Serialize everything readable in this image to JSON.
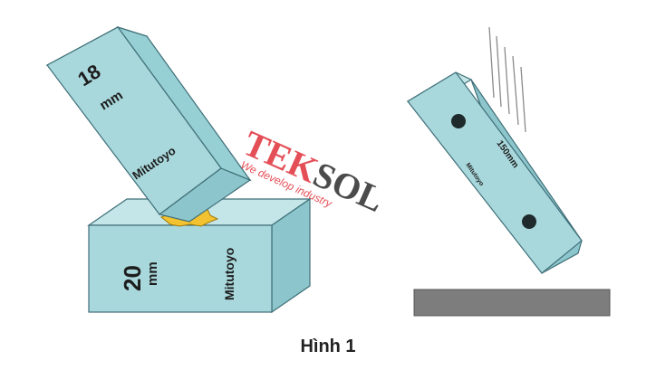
{
  "caption": "Hình 1",
  "left_block_top": {
    "size": "18",
    "unit": "mm",
    "brand": "Mitutoyo"
  },
  "left_block_bottom": {
    "size": "20",
    "unit": "mm",
    "brand": "Mitutoyo"
  },
  "right_block": {
    "size": "150mm",
    "brand": "Mitutoyo"
  },
  "watermark": {
    "part1": "TEK",
    "part2": "SOL",
    "tagline": "We develop industry"
  },
  "colors": {
    "block_face": "#a8d8dc",
    "block_side": "#8cc6cc",
    "block_edge": "#3f6f78",
    "impact_spark": "#f2c230",
    "surface": "#7d7d7d",
    "watermark_red": "#e0313a",
    "watermark_dark": "#2c2c2c"
  },
  "icons": [
    "impact-spark-icon",
    "motion-lines-icon"
  ]
}
